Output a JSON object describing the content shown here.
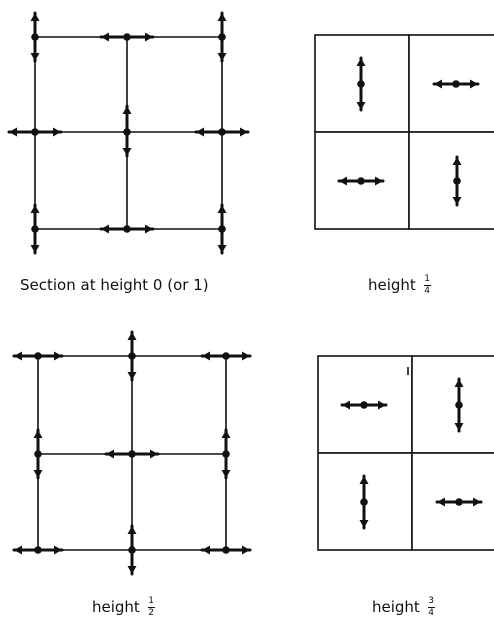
{
  "captions": {
    "section0": "Section at height 0 (or 1)",
    "quarter": {
      "prefix": "height",
      "num": "1",
      "den": "4"
    },
    "half": {
      "prefix": "height",
      "num": "1",
      "den": "2"
    },
    "three_quarter": {
      "prefix": "height",
      "num": "3",
      "den": "4"
    }
  }
}
